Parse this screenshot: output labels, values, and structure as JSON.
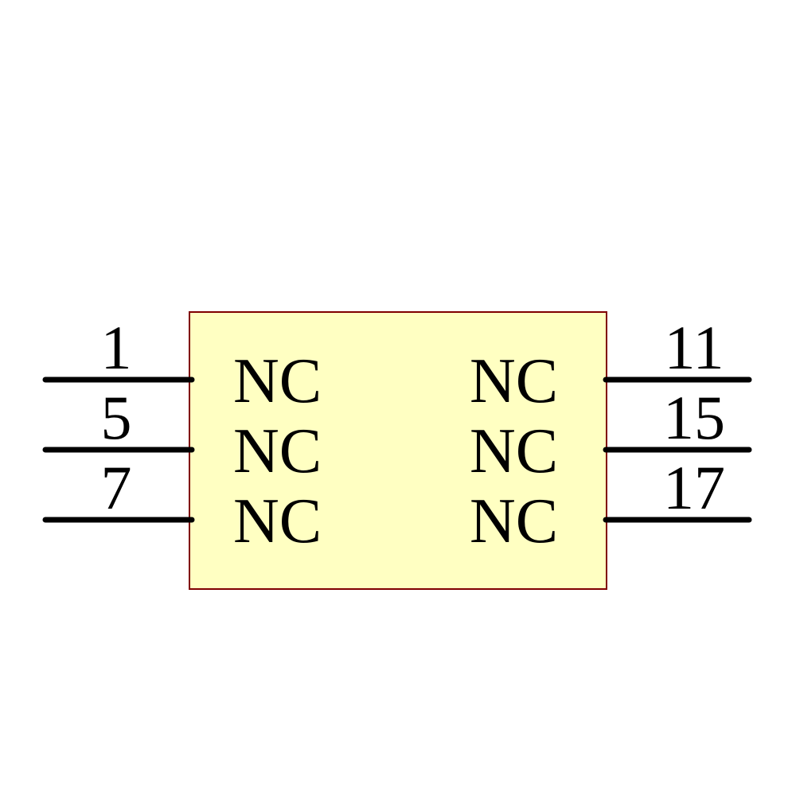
{
  "component": {
    "body": {
      "fill": "#FFFFC2",
      "stroke": "#800000"
    },
    "pin_color": "#000000",
    "text_color": "#000000",
    "pins_left": [
      {
        "number": "1",
        "name": "NC"
      },
      {
        "number": "5",
        "name": "NC"
      },
      {
        "number": "7",
        "name": "NC"
      }
    ],
    "pins_right": [
      {
        "number": "11",
        "name": "NC"
      },
      {
        "number": "15",
        "name": "NC"
      },
      {
        "number": "17",
        "name": "NC"
      }
    ]
  }
}
